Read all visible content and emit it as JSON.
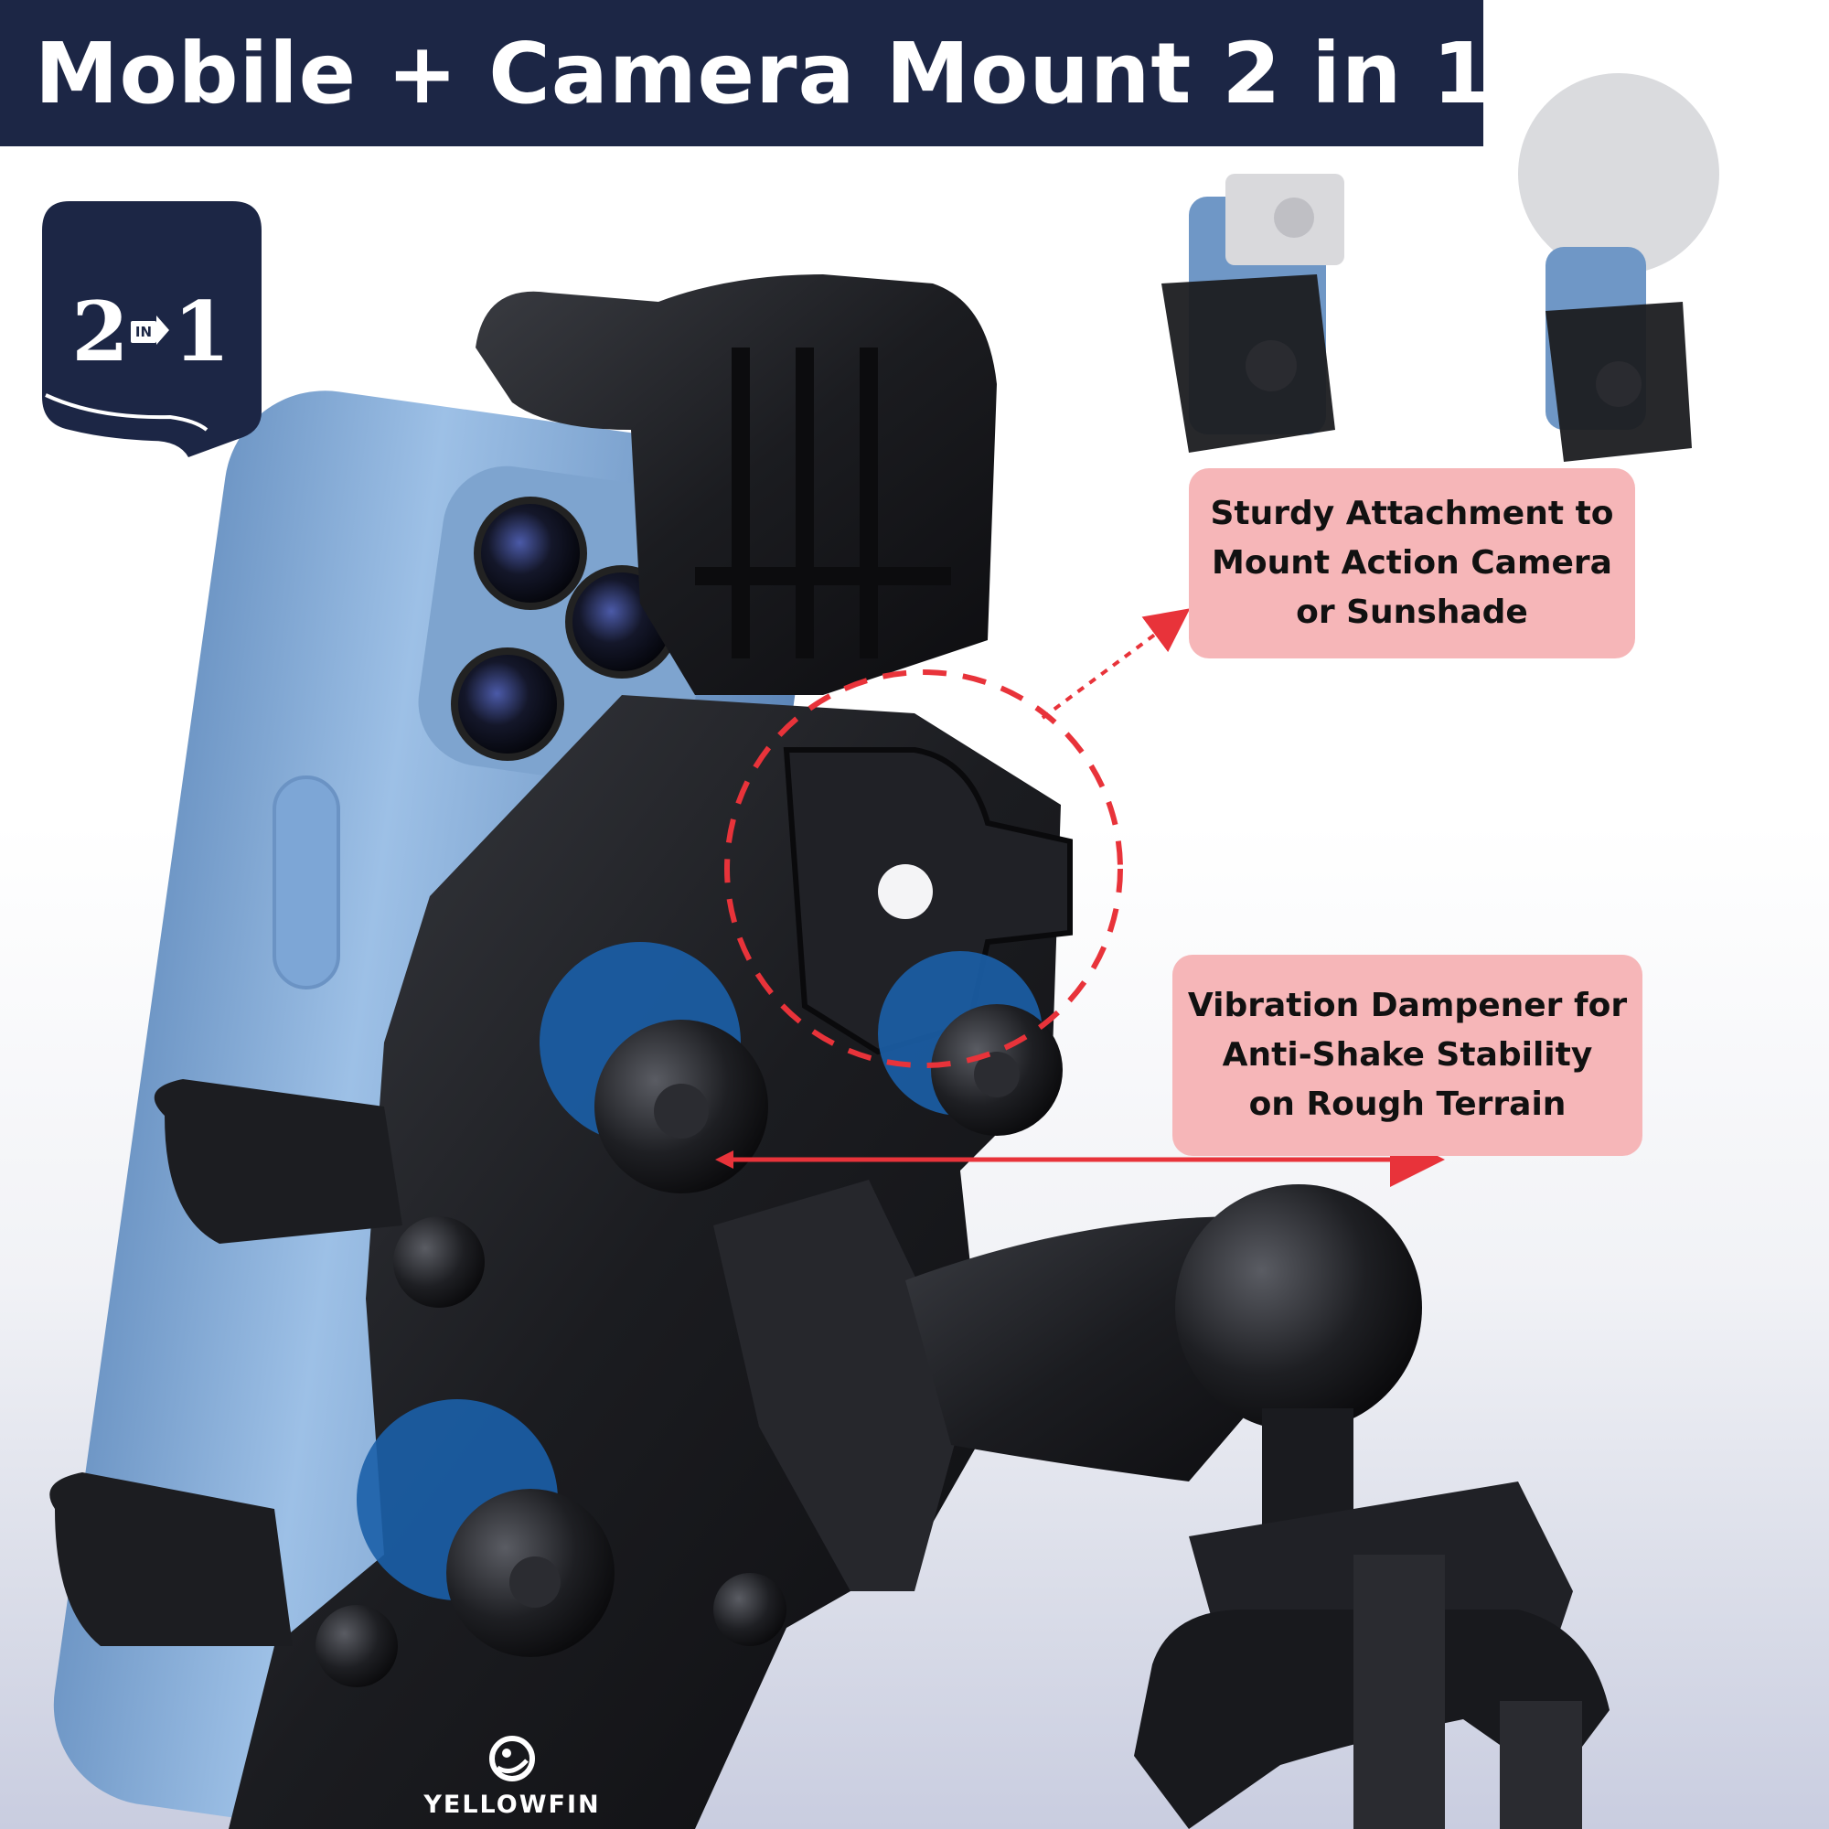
{
  "title": "Mobile + Camera Mount 2 in 1",
  "badge": {
    "left": "2",
    "middle": "IN",
    "right": "1"
  },
  "callouts": {
    "top": [
      "Sturdy Attachment to",
      "Mount Action Camera",
      "or Sunshade"
    ],
    "bottom": [
      "Vibration Dampener for",
      "Anti-Shake Stability",
      "on Rough Terrain"
    ]
  },
  "brand": "YELLOWFIN",
  "colors": {
    "banner": "#1c2645",
    "callout_bg": "#f6b6b8",
    "annotation": "#e8333a",
    "phone_case": "#8fb4dd",
    "mount": "#1a1b1f",
    "damper": "#1b5fa8"
  }
}
